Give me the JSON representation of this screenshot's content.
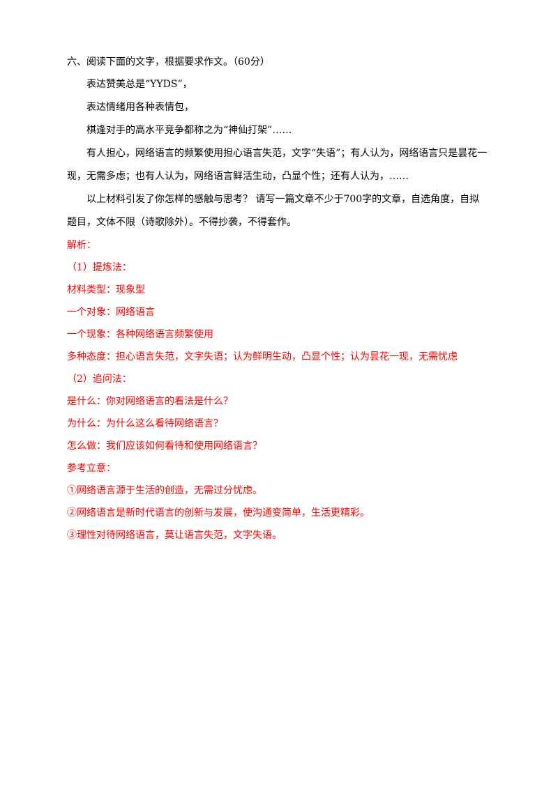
{
  "question": {
    "title": "六、阅读下面的文字，根据要求作文。（60分）",
    "material_lines": [
      "表达赞美总是“YYDS”，",
      "表达情绪用各种表情包，",
      "棋逢对手的高水平竞争都称之为“神仙打架”……"
    ],
    "para1_line1": "有人担心，网络语言的频繁使用担心语言失范，文字“失语”；有人认为，网络语言只是昙花一",
    "para1_line2": "现，无需多虑；也有人认为，网络语言鲜活生动，凸显个性；还有人认为，……",
    "para2_line1": "以上材料引发了你怎样的感触与思考？ 请写一篇文章不少于700字的文章，自选角度，自拟",
    "para2_line2": "题目，文体不限（诗歌除外）。不得抄袭，不得套作。"
  },
  "analysis": {
    "heading": "解析：",
    "method1": "（1）提炼法：",
    "material_type": "材料类型：现象型",
    "one_object": "一个对象：网络语言",
    "one_phenomenon": "一个现象：各种网络语言频繁使用",
    "attitudes": "多种态度：担心语言失范，文字失语；认为鲜明生动，凸显个性；认为昙花一现，无需忧虑",
    "method2": "（2）追问法：",
    "what": "是什么：你对网络语言的看法是什么？",
    "why": "为什么：为什么这么看待网络语言？",
    "how": "怎么做：我们应该如何看待和使用网络语言？",
    "reference_heading": "参考立意：",
    "ideas": [
      "①网络语言源于生活的创造，无需过分忧虑。",
      "②网络语言是新时代语言的创新与发展，使沟通变简单，生活更精彩。",
      "③理性对待网络语言，莫让语言失范，文字失语。"
    ]
  },
  "colors": {
    "question_text": "#000000",
    "analysis_text": "#ff0000"
  }
}
